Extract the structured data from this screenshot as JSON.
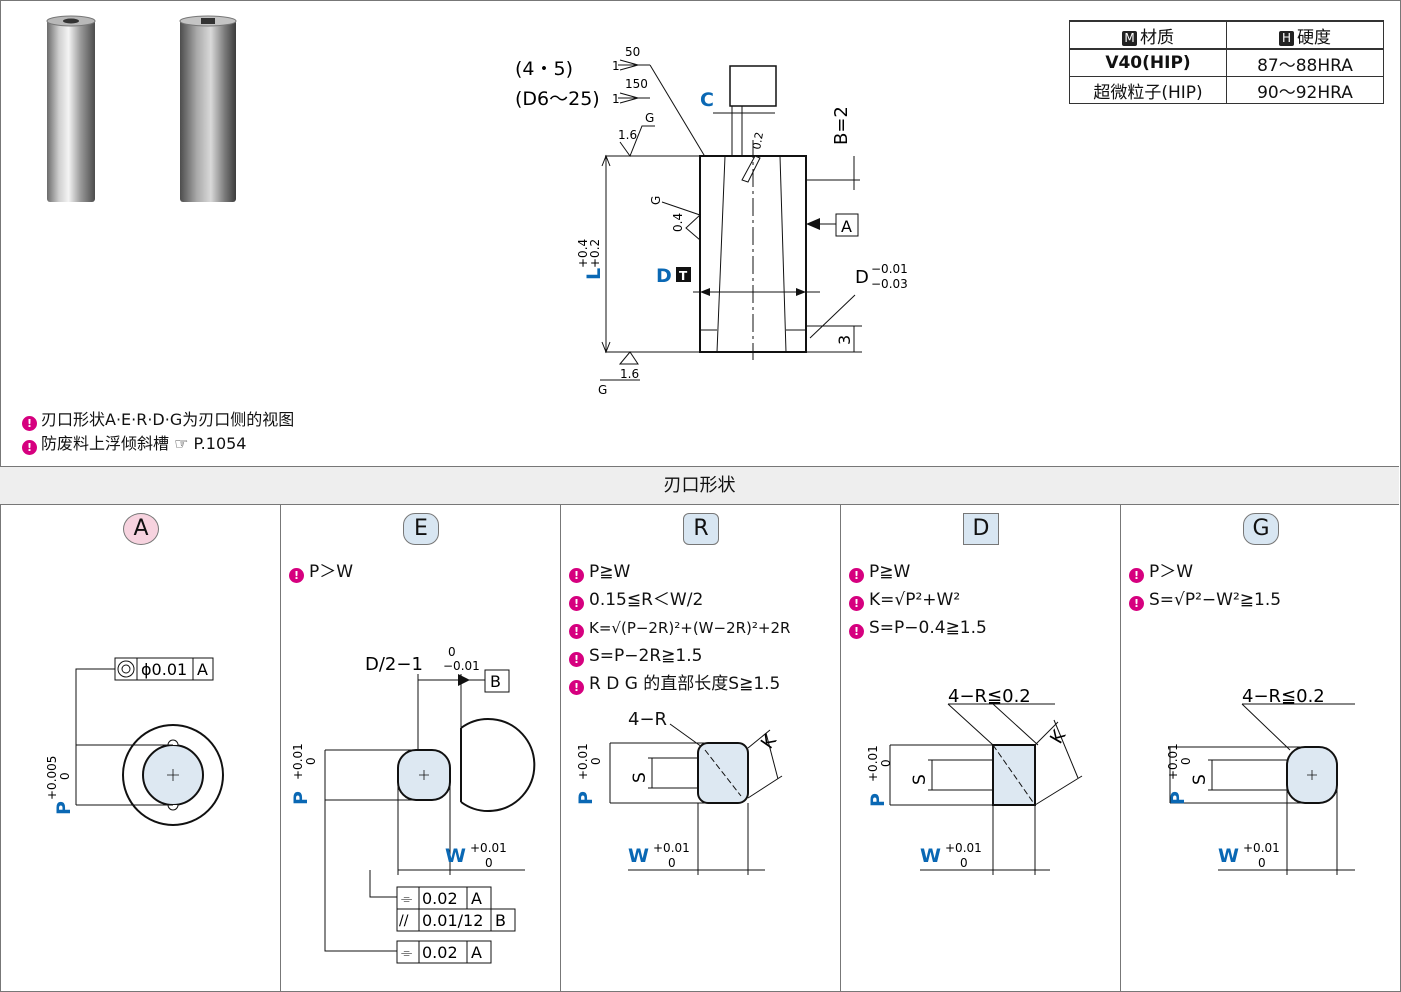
{
  "table": {
    "header_material": "材质",
    "header_hardness": "硬度",
    "header_material_tag": "M",
    "header_hardness_tag": "H",
    "rows": [
      {
        "material": "V40(HIP)",
        "hardness": "87～88HRA"
      },
      {
        "material": "超微粒子(HIP)",
        "hardness": "90～92HRA"
      }
    ]
  },
  "drawing": {
    "roughness_top_label": "(4・5)",
    "roughness_bottom_label": "(D6～25)",
    "rough_50": "50",
    "rough_150": "150",
    "rough_1a": "1",
    "rough_1b": "1",
    "rough_16_top": "1.6",
    "rough_g_top": "G",
    "rough_04": "0.4",
    "rough_g_left": "G",
    "rough_16_bottom": "1.6",
    "rough_g_bottom": "G",
    "c_label": "C",
    "b_label": "B=2",
    "angle_label": "0.2",
    "datum_a": "A",
    "l_label": "L",
    "l_tol_upper": "+0.4",
    "l_tol_lower": "+0.2",
    "d_label": "D",
    "d_tag": "T",
    "d_dim": "D",
    "d_tol_upper": "−0.01",
    "d_tol_lower": "−0.03",
    "three_label": "3"
  },
  "notes": [
    "刃口形状A·E·R·D·G为刃口侧的视图",
    "防废料上浮倾斜槽 ☞ P.1054"
  ],
  "section_title": "刃口形状",
  "shapes": [
    {
      "letter": "A",
      "conditions": [],
      "p_label": "P",
      "p_tol_upper": "+0.005",
      "p_tol_lower": "0",
      "fcf_symbol": "◎",
      "fcf_value": "ϕ0.01",
      "fcf_datum": "A"
    },
    {
      "letter": "E",
      "conditions": [
        "P＞W"
      ],
      "dim_label": "D/2−1",
      "dim_tol_upper": "0",
      "dim_tol_lower": "−0.01",
      "datum_b": "B",
      "p_label": "P",
      "p_tol_upper": "+0.01",
      "p_tol_lower": "0",
      "w_label": "W",
      "w_tol_upper": "+0.01",
      "w_tol_lower": "0",
      "fcf1_symbol": "⌯",
      "fcf1_value": "0.02",
      "fcf1_datum": "A",
      "fcf2_symbol": "//",
      "fcf2_value": "0.01/12",
      "fcf2_datum": "B",
      "fcf3_symbol": "⌯",
      "fcf3_value": "0.02",
      "fcf3_datum": "A"
    },
    {
      "letter": "R",
      "conditions": [
        "P≧W",
        "0.15≦R＜W/2",
        "K=√(P−2R)²+(W−2R)²+2R",
        "S=P−2R≧1.5",
        "R D G 的直部长度S≧1.5"
      ],
      "r_label": "4−R",
      "k_label": "K",
      "s_label": "S",
      "p_label": "P",
      "p_tol_upper": "+0.01",
      "p_tol_lower": "0",
      "w_label": "W",
      "w_tol_upper": "+0.01",
      "w_tol_lower": "0"
    },
    {
      "letter": "D",
      "conditions": [
        "P≧W",
        "K=√P²+W²",
        "S=P−0.4≧1.5"
      ],
      "r_label": "4−R≦0.2",
      "k_label": "K",
      "s_label": "S",
      "p_label": "P",
      "p_tol_upper": "+0.01",
      "p_tol_lower": "0",
      "w_label": "W",
      "w_tol_upper": "+0.01",
      "w_tol_lower": "0"
    },
    {
      "letter": "G",
      "conditions": [
        "P＞W",
        "S=√P²−W²≧1.5"
      ],
      "r_label": "4−R≦0.2",
      "s_label": "S",
      "p_label": "P",
      "p_tol_upper": "+0.01",
      "p_tol_lower": "0",
      "w_label": "W",
      "w_tol_upper": "+0.01",
      "w_tol_lower": "0"
    }
  ],
  "colors": {
    "accent_blue": "#0a68b4",
    "bullet_magenta": "#d6007f",
    "shape_fill": "#dde8f2",
    "badge_a": "#f7d3df",
    "badge_other": "#d8e6f2"
  }
}
